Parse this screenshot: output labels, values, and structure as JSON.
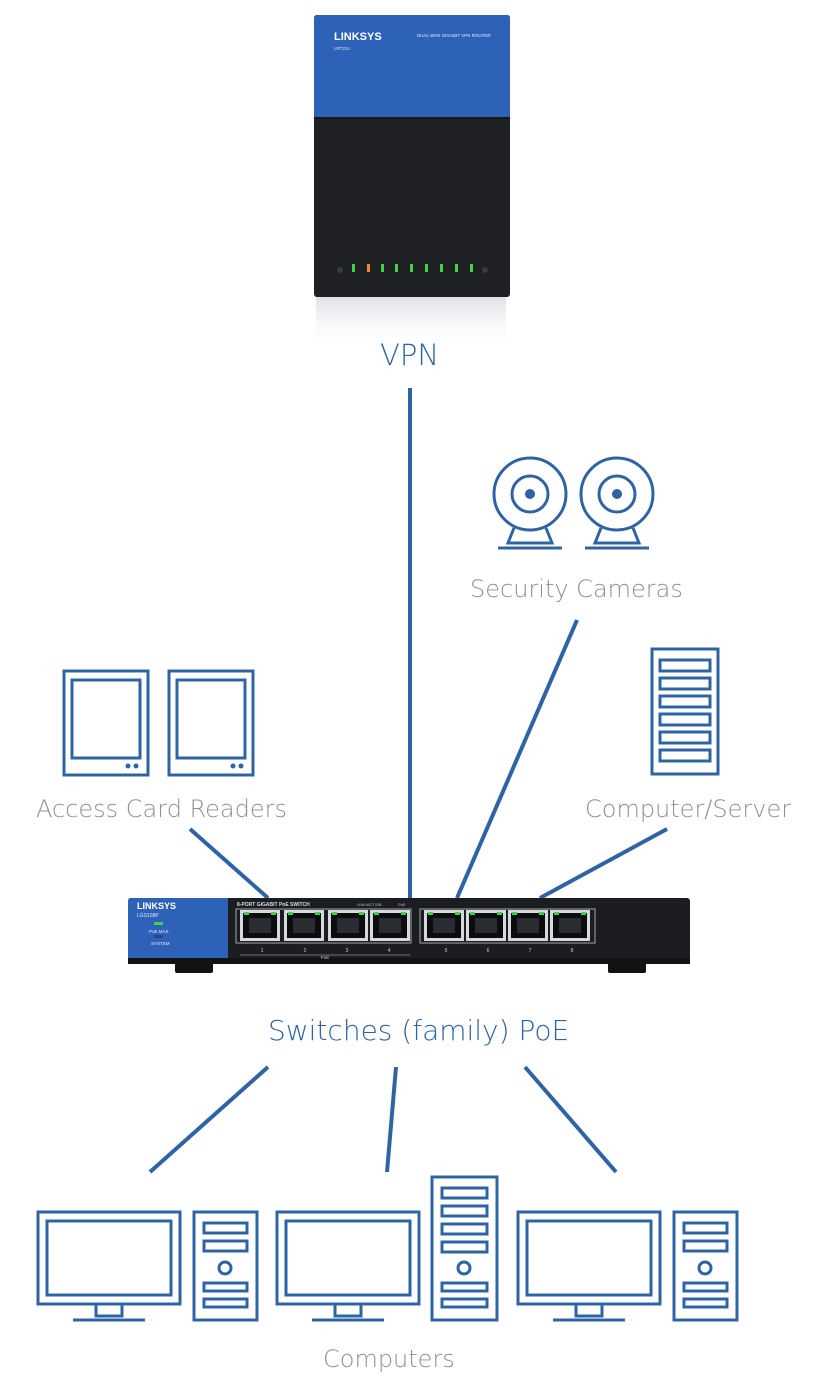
{
  "colors": {
    "line": "#2f64a4",
    "icon": "#2f64a4",
    "label_primary": "#2f64a4",
    "label_secondary": "#8f8f8f",
    "device_blue": "#2e62b8",
    "device_body": "#1e1f22",
    "led_green": "#3cd44a",
    "led_orange": "#f08a1c"
  },
  "labels": {
    "vpn": "VPN",
    "security_cameras": "Security Cameras",
    "access_card_readers": "Access Card Readers",
    "computer_server": "Computer/Server",
    "switch": "Switches (family) PoE",
    "computers": "Computers"
  },
  "router": {
    "brand": "LINKSYS",
    "model": "LRT224",
    "subtitle": "DUAL WAN GIGABIT VPN ROUTER"
  },
  "switch_device": {
    "brand": "LINKSYS",
    "model": "LGS108P",
    "title": "8-PORT GIGABIT PoE SWITCH",
    "link_label": "LINK/ACT/DB",
    "poe_label": "PoE",
    "poe_group_label": "PoE",
    "led_label_1": "PoE MAX",
    "led_label_2": "SYSTEM",
    "port_numbers": [
      "1",
      "2",
      "3",
      "4",
      "5",
      "6",
      "7",
      "8"
    ]
  }
}
